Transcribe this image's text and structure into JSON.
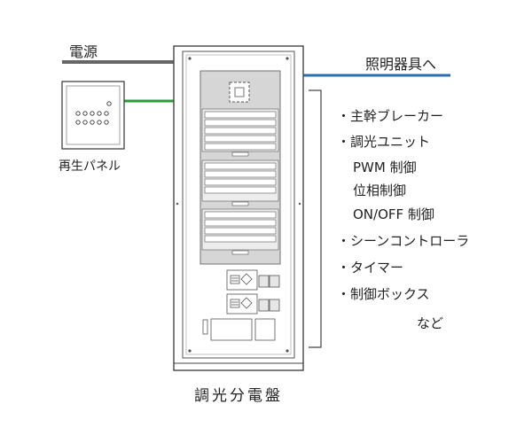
{
  "labels": {
    "power_source": "電源",
    "to_lighting": "照明器具へ",
    "playback_panel": "再生パネル",
    "cabinet_caption": "調光分電盤",
    "suffix_etc": "など"
  },
  "components": [
    "・主幹ブレーカー",
    "・調光ユニット",
    "PWM 制御",
    "位相制御",
    "ON/OFF 制御",
    "・シーンコントローラ",
    "・タイマー",
    "・制御ボックス"
  ],
  "colors": {
    "power_line": "#666666",
    "lighting_line": "#2a6db0",
    "panel_line": "#2e9a3e",
    "inner_panel": "#d6d6d6"
  }
}
